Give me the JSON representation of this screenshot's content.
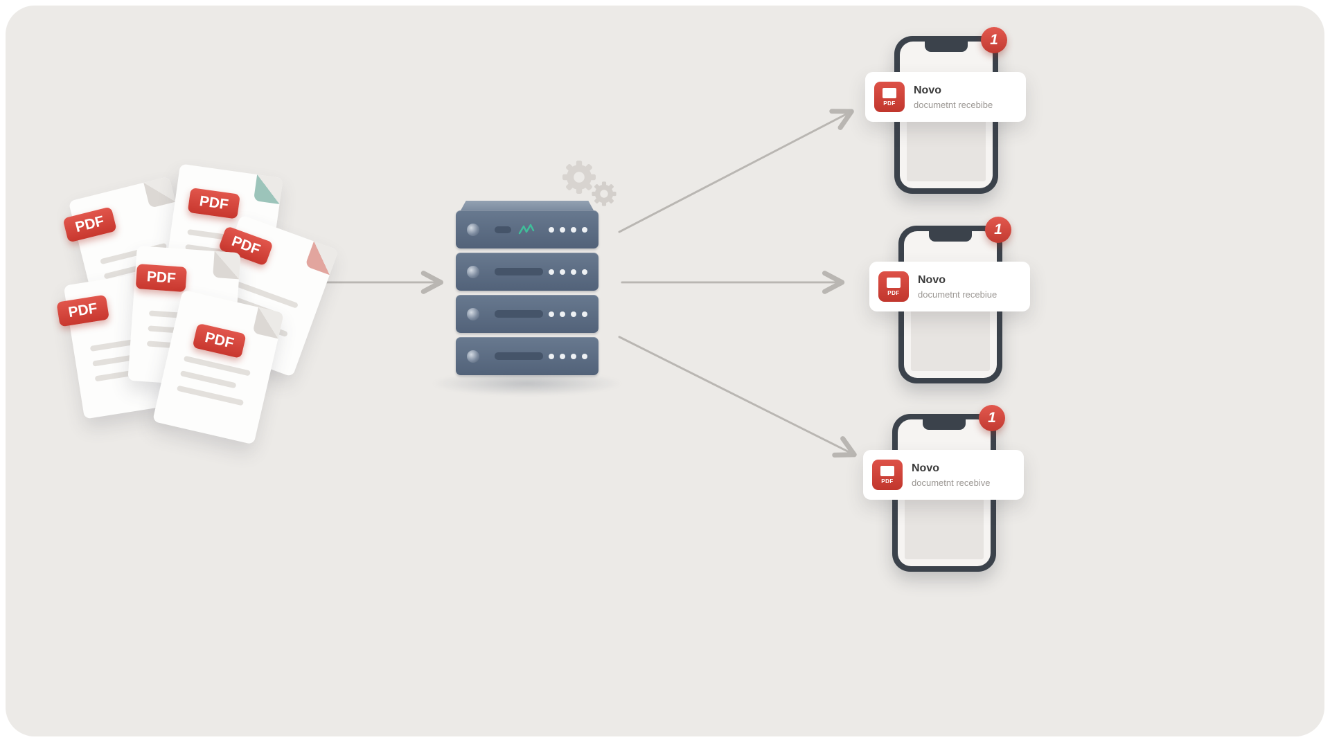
{
  "scene": {
    "background": "#ECEAE7",
    "arrow_color": "#b9b6b2",
    "accent_red": "#D9453C",
    "server_body": "#5C6C83",
    "server_accent_teal": "#3FBF9A"
  },
  "documents": {
    "badge_label": "PDF",
    "count": 6
  },
  "server": {
    "units": 4,
    "gears": 2
  },
  "phones": [
    {
      "badge": "1",
      "notification": {
        "icon_label": "PDF",
        "title": "Novo",
        "subtitle": "documetnt recebibe"
      }
    },
    {
      "badge": "1",
      "notification": {
        "icon_label": "PDF",
        "title": "Novo",
        "subtitle": "documetnt recebiue"
      }
    },
    {
      "badge": "1",
      "notification": {
        "icon_label": "PDF",
        "title": "Novo",
        "subtitle": "documetnt recebive"
      }
    }
  ]
}
